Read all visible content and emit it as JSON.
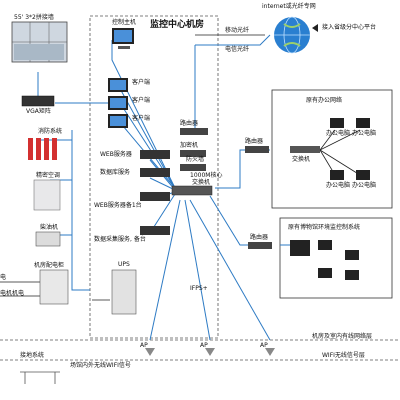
{
  "title": "监控中心机房",
  "videowall": {
    "label": "55' 3*2拼接墙"
  },
  "matrix": {
    "label": "VGA矩阵"
  },
  "control_host": {
    "label": "控制主机"
  },
  "clients": [
    "客户端",
    "客户端",
    "客户端"
  ],
  "left_systems": {
    "fire": "消防系统",
    "precision_ac": "精密空调",
    "generator": "柴油机",
    "power_distribution": "机房配电柜",
    "mains_top": "电",
    "mains_bottom": "电机机电"
  },
  "servers": [
    "WEB服务器",
    "数据库服务",
    "WEB服务器备1台",
    "数据采集服务, 备台"
  ],
  "core": {
    "router": "路由器",
    "encryptor": "加密机",
    "firewall": "防火墙",
    "switch_line1": "1000M核心",
    "switch_line2": "交换机"
  },
  "ups": {
    "label": "UPS"
  },
  "internet": {
    "label": "internet或光纤专网",
    "access": "接入省级分中心平台",
    "mobile": "移动光纤",
    "telecom": "电信光纤"
  },
  "office": {
    "title": "原有办公网络",
    "router": "路由器",
    "switch": "交换机",
    "pcs": [
      "办公电脑",
      "办公电脑",
      "办公电脑",
      "办公电脑"
    ]
  },
  "museum": {
    "title": "原有博物馆环境监控制系统",
    "router": "路由器"
  },
  "wireless": {
    "ap_labels": [
      "AP",
      "AP",
      "AP"
    ],
    "layer_wired": "机房及室内有线网络层",
    "layer_wifi": "WIFI无线信号层",
    "ground": "接地系统",
    "coverage": "场馆内外无线WIFI信号"
  },
  "link_label": "IFPS+",
  "colors": {
    "wire_blue": "#2e7bc4",
    "wire_black": "#222222",
    "dashed": "#555555",
    "globe": "#2a7fd0",
    "fire_red": "#d33030"
  }
}
